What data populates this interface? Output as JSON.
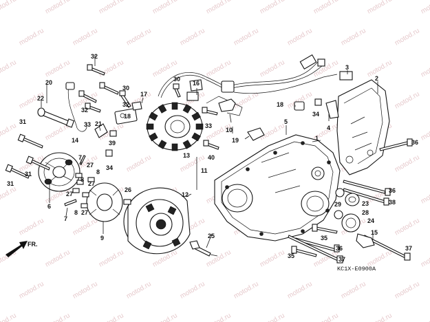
{
  "watermark": "motod.ru",
  "diagram_code": "KC1X-E0900A",
  "front_label": "FR.",
  "callouts": [
    {
      "id": "c1",
      "text": "1"
    },
    {
      "id": "c2",
      "text": "2"
    },
    {
      "id": "c3",
      "text": "3"
    },
    {
      "id": "c4",
      "text": "4"
    },
    {
      "id": "c5",
      "text": "5"
    },
    {
      "id": "c6",
      "text": "6"
    },
    {
      "id": "c7a",
      "text": "7"
    },
    {
      "id": "c7b",
      "text": "7"
    },
    {
      "id": "c8a",
      "text": "8"
    },
    {
      "id": "c8b",
      "text": "8"
    },
    {
      "id": "c8c",
      "text": "8"
    },
    {
      "id": "c9",
      "text": "9"
    },
    {
      "id": "c10",
      "text": "10"
    },
    {
      "id": "c11",
      "text": "11"
    },
    {
      "id": "c12",
      "text": "12"
    },
    {
      "id": "c13",
      "text": "13"
    },
    {
      "id": "c14",
      "text": "14"
    },
    {
      "id": "c15",
      "text": "15"
    },
    {
      "id": "c16",
      "text": "16"
    },
    {
      "id": "c17",
      "text": "17"
    },
    {
      "id": "c18a",
      "text": "18"
    },
    {
      "id": "c18b",
      "text": "18"
    },
    {
      "id": "c19",
      "text": "19"
    },
    {
      "id": "c20",
      "text": "20"
    },
    {
      "id": "c21",
      "text": "21"
    },
    {
      "id": "c22",
      "text": "22"
    },
    {
      "id": "c23",
      "text": "23"
    },
    {
      "id": "c24",
      "text": "24"
    },
    {
      "id": "c25",
      "text": "25"
    },
    {
      "id": "c26",
      "text": "26"
    },
    {
      "id": "c27a",
      "text": "27"
    },
    {
      "id": "c27b",
      "text": "27"
    },
    {
      "id": "c27c",
      "text": "27"
    },
    {
      "id": "c27d",
      "text": "27"
    },
    {
      "id": "c28",
      "text": "28"
    },
    {
      "id": "c29",
      "text": "29"
    },
    {
      "id": "c30a",
      "text": "30"
    },
    {
      "id": "c30b",
      "text": "30"
    },
    {
      "id": "c31a",
      "text": "31"
    },
    {
      "id": "c31b",
      "text": "31"
    },
    {
      "id": "c31c",
      "text": "31"
    },
    {
      "id": "c32a",
      "text": "32"
    },
    {
      "id": "c32b",
      "text": "32"
    },
    {
      "id": "c32c",
      "text": "32"
    },
    {
      "id": "c33a",
      "text": "33"
    },
    {
      "id": "c33b",
      "text": "33"
    },
    {
      "id": "c34a",
      "text": "34"
    },
    {
      "id": "c34b",
      "text": "34"
    },
    {
      "id": "c35a",
      "text": "35"
    },
    {
      "id": "c35b",
      "text": "35"
    },
    {
      "id": "c36a",
      "text": "36"
    },
    {
      "id": "c36b",
      "text": "36"
    },
    {
      "id": "c36c",
      "text": "36"
    },
    {
      "id": "c37a",
      "text": "37"
    },
    {
      "id": "c37b",
      "text": "37"
    },
    {
      "id": "c38",
      "text": "38"
    },
    {
      "id": "c39",
      "text": "39"
    },
    {
      "id": "c40",
      "text": "40"
    }
  ]
}
